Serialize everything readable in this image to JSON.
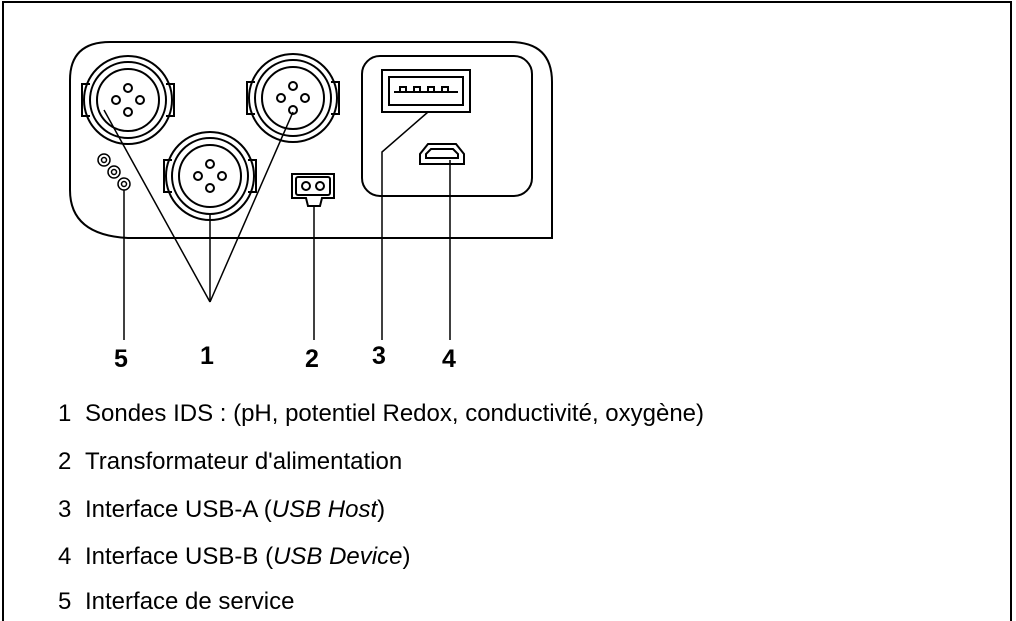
{
  "callouts": {
    "c5": "5",
    "c1": "1",
    "c2": "2",
    "c3": "3",
    "c4": "4"
  },
  "legend": [
    {
      "num": "1",
      "text": "Sondes IDS : (pH, potentiel Redox, conductivité, oxygène)"
    },
    {
      "num": "2",
      "text": "Transformateur d'alimentation"
    },
    {
      "num": "3",
      "pre": "Interface USB-A (",
      "em": "USB Host",
      "post": ")"
    },
    {
      "num": "4",
      "pre": "Interface USB-B (",
      "em": "USB Device",
      "post": ")"
    },
    {
      "num": "5",
      "text": "Interface de service"
    }
  ],
  "colors": {
    "line": "#000000",
    "background": "#ffffff"
  },
  "icons": [
    "ids-socket",
    "power-socket",
    "usb-a-port",
    "usb-b-port",
    "service-port"
  ]
}
